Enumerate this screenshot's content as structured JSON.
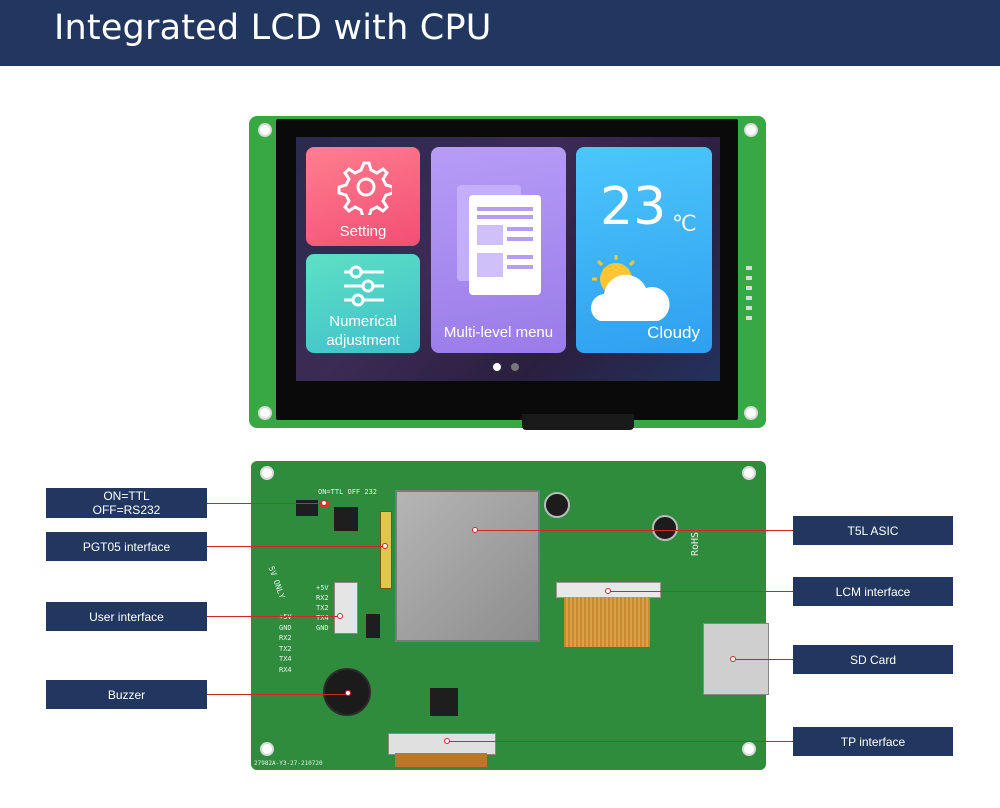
{
  "header": {
    "title": "Integrated LCD with CPU"
  },
  "colors": {
    "header_bg": "#22375f",
    "label_bg": "#22375f",
    "leader_line": "#d4242a",
    "pcb_green": "#37a843"
  },
  "screen": {
    "tiles": [
      {
        "label": "Setting",
        "icon": "gear-icon",
        "color": "#ff6b86"
      },
      {
        "label": "Numerical adjustment",
        "icon": "sliders-icon",
        "color": "#62d1be"
      },
      {
        "label": "Multi-level menu",
        "icon": "document-icon",
        "color": "#a88cf0"
      },
      {
        "temperature": "23",
        "unit": "℃",
        "label": "Cloudy",
        "icon": "cloudy-sun-icon",
        "color": "#3fb7f5"
      }
    ],
    "pager": {
      "pages": 2,
      "active": 1
    }
  },
  "callouts": {
    "left": [
      {
        "text_line1": "ON=TTL",
        "text_line2": "OFF=RS232"
      },
      {
        "text": "PGT05 interface"
      },
      {
        "text": "User interface"
      },
      {
        "text": "Buzzer"
      }
    ],
    "right": [
      {
        "text": "T5L ASIC"
      },
      {
        "text": "LCM interface"
      },
      {
        "text": "SD Card"
      },
      {
        "text": "TP interface"
      }
    ]
  },
  "board_marks": {
    "voltage": "5V ONLY",
    "pins": [
      "+5V",
      "RX2",
      "TX2",
      "TX4",
      "GND"
    ],
    "pins2": [
      "+5V",
      "GND",
      "RX2",
      "TX2",
      "TX4",
      "RX4"
    ],
    "serial": "27982A-Y3-27-210720",
    "switch": "ON=TTL OFF 232",
    "cert": "RoHS"
  }
}
